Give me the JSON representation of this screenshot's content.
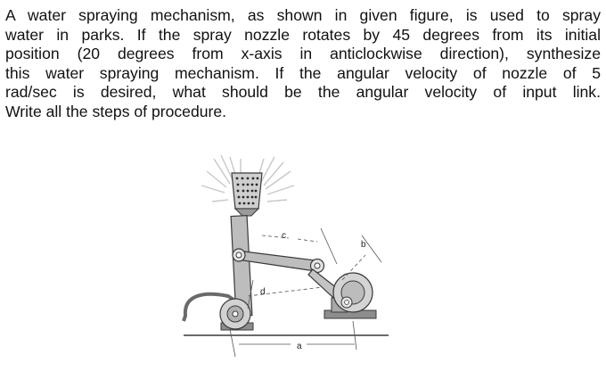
{
  "problem": {
    "lines": [
      "A water spraying mechanism, as shown in given figure, is used to spray",
      "water in parks. If the spray nozzle rotates by 45 degrees from its initial",
      "position (20 degrees from x-axis in anticlockwise direction), synthesize",
      "this water spraying mechanism. If the angular velocity of nozzle of 5",
      "rad/sec is desired, what should be the angular velocity of input link.",
      "Write all the steps of procedure."
    ]
  },
  "figure": {
    "labels": {
      "a": "a",
      "b": "b",
      "c": "c",
      "d": "d"
    },
    "colors": {
      "metal": "#b9b9b9",
      "metal_dark": "#7d7d7d",
      "outline": "#3a3a3a",
      "dim_line": "#555555",
      "spray": "#c8c8c8"
    }
  }
}
